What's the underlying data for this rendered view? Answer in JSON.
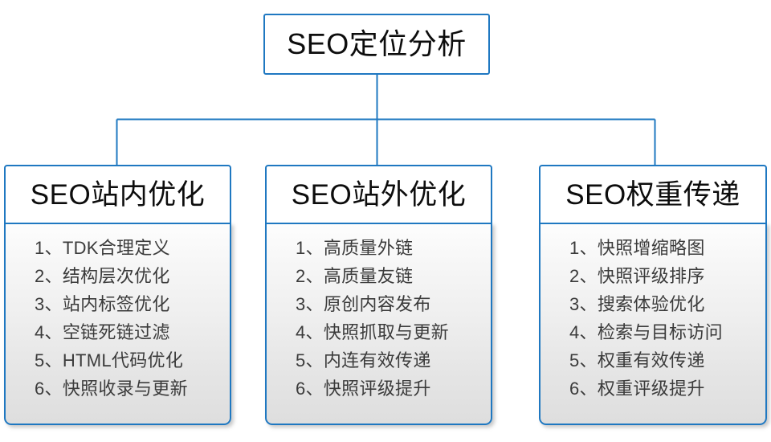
{
  "diagram": {
    "type": "org-tree",
    "root": {
      "label": "SEO定位分析"
    },
    "branches": [
      {
        "header": "SEO站内优化",
        "items": [
          "1、TDK合理定义",
          "2、结构层次优化",
          "3、站内标签优化",
          "4、空链死链过滤",
          "5、HTML代码优化",
          "6、快照收录与更新"
        ]
      },
      {
        "header": "SEO站外优化",
        "items": [
          "1、高质量外链",
          "2、高质量友链",
          "3、原创内容发布",
          "4、快照抓取与更新",
          "5、内连有效传递",
          "6、快照评级提升"
        ]
      },
      {
        "header": "SEO权重传递",
        "items": [
          "1、快照增缩略图",
          "2、快照评级排序",
          "3、搜索体验优化",
          "4、检索与目标访问",
          "5、权重有效传递",
          "6、权重评级提升"
        ]
      }
    ],
    "colors": {
      "border": "#1f78c1",
      "header_fill": "#ffffff",
      "body_fill_top": "#fdfdfd",
      "body_fill_bottom": "#dedede",
      "title_text": "#0d0d0d",
      "item_text": "#3b3b3b",
      "background": "#ffffff"
    }
  }
}
